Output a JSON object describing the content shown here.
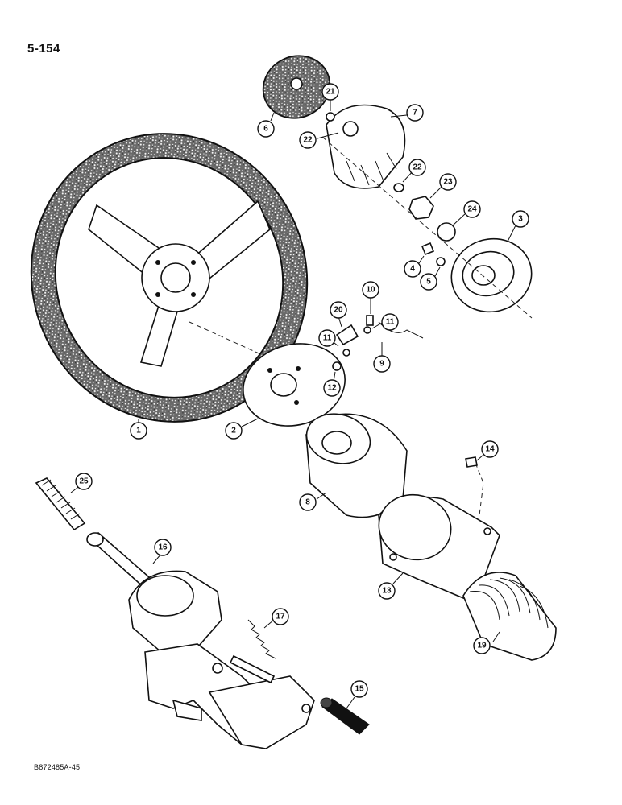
{
  "page": {
    "number": "5-154",
    "figure_code": "B872485A-45"
  },
  "callouts": [
    {
      "id": "c1",
      "label": "1"
    },
    {
      "id": "c2",
      "label": "2"
    },
    {
      "id": "c3",
      "label": "3"
    },
    {
      "id": "c4",
      "label": "4"
    },
    {
      "id": "c5",
      "label": "5"
    },
    {
      "id": "c6",
      "label": "6"
    },
    {
      "id": "c7",
      "label": "7"
    },
    {
      "id": "c8",
      "label": "8"
    },
    {
      "id": "c9",
      "label": "9"
    },
    {
      "id": "c10",
      "label": "10"
    },
    {
      "id": "c11a",
      "label": "11"
    },
    {
      "id": "c11b",
      "label": "11"
    },
    {
      "id": "c12",
      "label": "12"
    },
    {
      "id": "c13",
      "label": "13"
    },
    {
      "id": "c14",
      "label": "14"
    },
    {
      "id": "c15",
      "label": "15"
    },
    {
      "id": "c16",
      "label": "16"
    },
    {
      "id": "c17",
      "label": "17"
    },
    {
      "id": "c19",
      "label": "19"
    },
    {
      "id": "c20",
      "label": "20"
    },
    {
      "id": "c21",
      "label": "21"
    },
    {
      "id": "c22a",
      "label": "22"
    },
    {
      "id": "c22b",
      "label": "22"
    },
    {
      "id": "c23",
      "label": "23"
    },
    {
      "id": "c24",
      "label": "24"
    },
    {
      "id": "c25",
      "label": "25"
    }
  ]
}
